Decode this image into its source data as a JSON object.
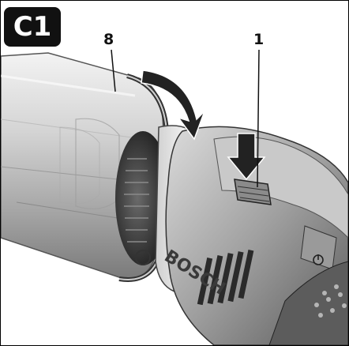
{
  "figure": {
    "badge_label": "C1",
    "callouts": [
      {
        "id": "8",
        "label": "8"
      },
      {
        "id": "1",
        "label": "1"
      }
    ],
    "brand_text": "BOSCH"
  },
  "colors": {
    "badge_bg": "#111111",
    "metal_light": "#d9d9d9",
    "metal_mid": "#a9a9a9",
    "metal_dark": "#4a4a4a",
    "arrow_fill": "#222222"
  },
  "icons": [
    "rotate-arrow-icon",
    "press-down-arrow-icon",
    "power-button-icon"
  ]
}
